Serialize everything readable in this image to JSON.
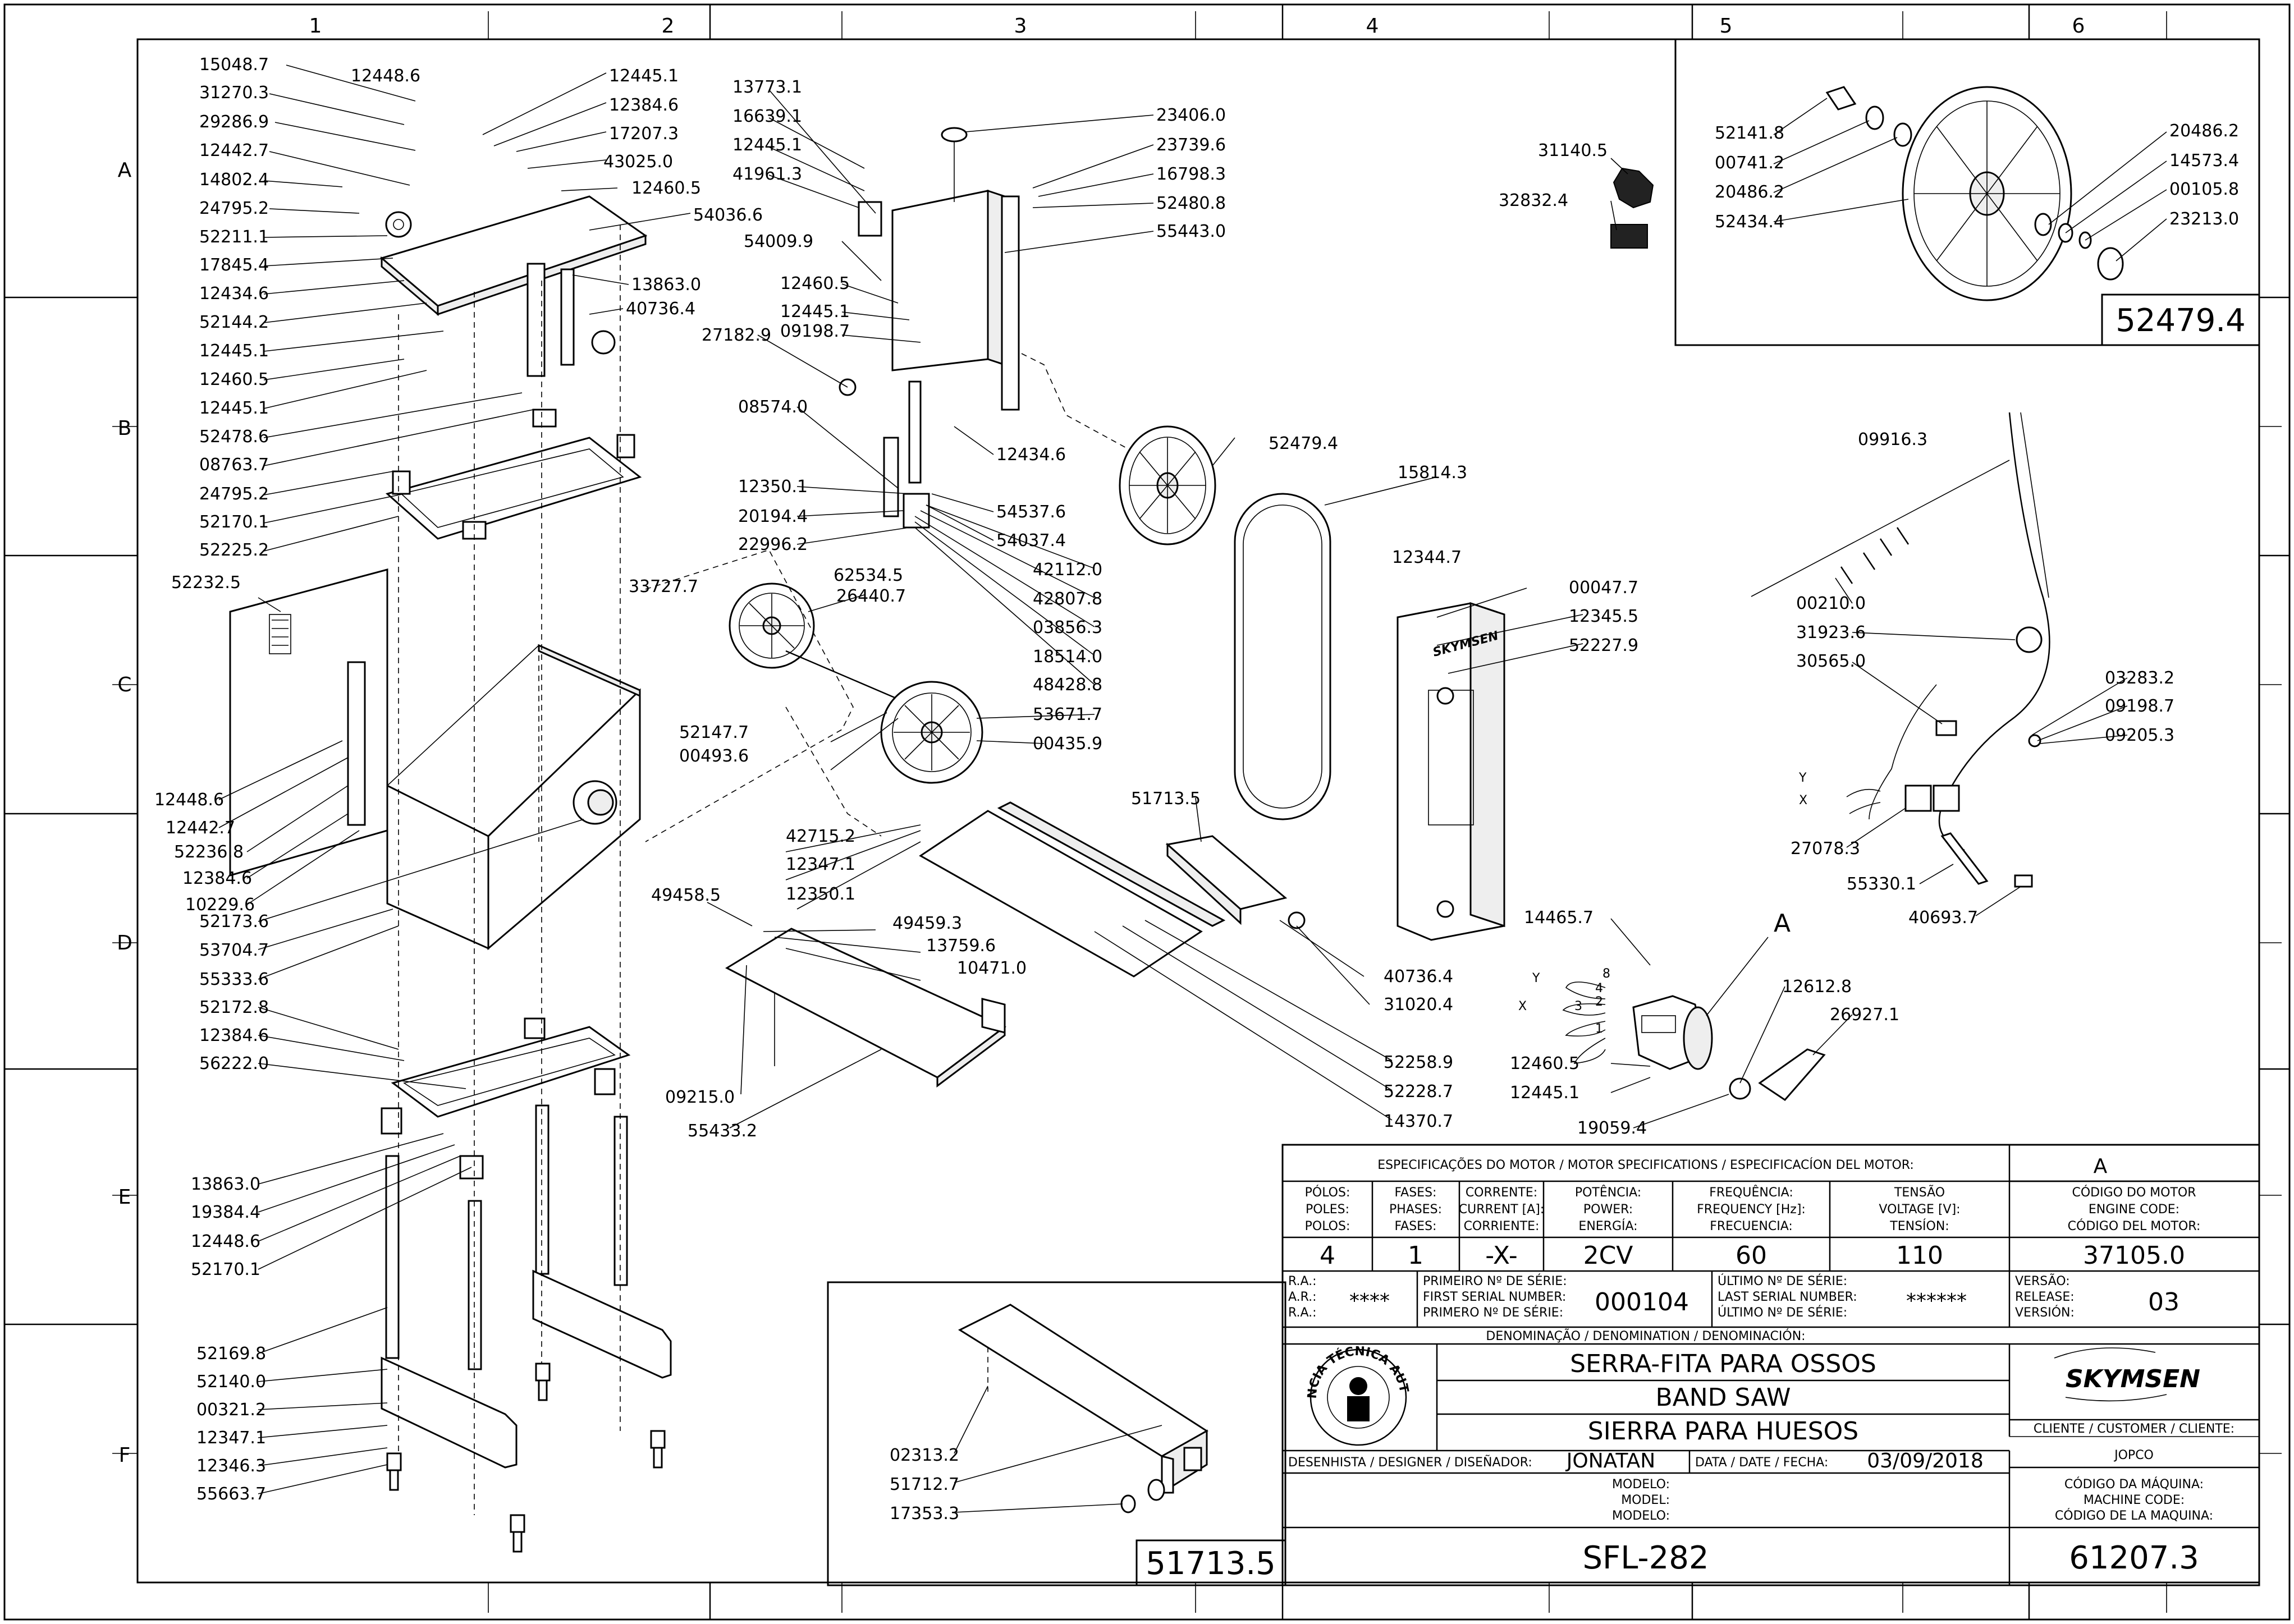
{
  "grid": {
    "columns": [
      "1",
      "2",
      "3",
      "4",
      "5",
      "6"
    ],
    "rows": [
      "A",
      "B",
      "C",
      "D",
      "E",
      "F"
    ]
  },
  "callouts": [
    {
      "id": "c1",
      "text": "15048.7"
    },
    {
      "id": "c2",
      "text": "31270.3"
    },
    {
      "id": "c3",
      "text": "29286.9"
    },
    {
      "id": "c4",
      "text": "12442.7"
    },
    {
      "id": "c5",
      "text": "14802.4"
    },
    {
      "id": "c6",
      "text": "24795.2"
    },
    {
      "id": "c7",
      "text": "52211.1"
    },
    {
      "id": "c8",
      "text": "17845.4"
    },
    {
      "id": "c9",
      "text": "12434.6"
    },
    {
      "id": "c10",
      "text": "52144.2"
    },
    {
      "id": "c11",
      "text": "12445.1"
    },
    {
      "id": "c12",
      "text": "12460.5"
    },
    {
      "id": "c13",
      "text": "12445.1"
    },
    {
      "id": "c14",
      "text": "52478.6"
    },
    {
      "id": "c15",
      "text": "08763.7"
    },
    {
      "id": "c16",
      "text": "24795.2"
    },
    {
      "id": "c17",
      "text": "52170.1"
    },
    {
      "id": "c18",
      "text": "52225.2"
    },
    {
      "id": "c19",
      "text": "12448.6"
    },
    {
      "id": "c20",
      "text": "12445.1"
    },
    {
      "id": "c21",
      "text": "12384.6"
    },
    {
      "id": "c22",
      "text": "17207.3"
    },
    {
      "id": "c23",
      "text": "43025.0"
    },
    {
      "id": "c24",
      "text": "12460.5"
    },
    {
      "id": "c25",
      "text": "54036.6"
    },
    {
      "id": "c26",
      "text": "13863.0"
    },
    {
      "id": "c27",
      "text": "40736.4"
    },
    {
      "id": "c28",
      "text": "52232.5"
    },
    {
      "id": "c29",
      "text": "12448.6"
    },
    {
      "id": "c30",
      "text": "12442.7"
    },
    {
      "id": "c31",
      "text": "52236.8"
    },
    {
      "id": "c32",
      "text": "12384.6"
    },
    {
      "id": "c33",
      "text": "10229.6"
    },
    {
      "id": "c34",
      "text": "52173.6"
    },
    {
      "id": "c35",
      "text": "53704.7"
    },
    {
      "id": "c36",
      "text": "55333.6"
    },
    {
      "id": "c37",
      "text": "52172.8"
    },
    {
      "id": "c38",
      "text": "12384.6"
    },
    {
      "id": "c39",
      "text": "56222.0"
    },
    {
      "id": "c40",
      "text": "13863.0"
    },
    {
      "id": "c41",
      "text": "19384.4"
    },
    {
      "id": "c42",
      "text": "12448.6"
    },
    {
      "id": "c43",
      "text": "52170.1"
    },
    {
      "id": "c44",
      "text": "52169.8"
    },
    {
      "id": "c45",
      "text": "52140.0"
    },
    {
      "id": "c46",
      "text": "00321.2"
    },
    {
      "id": "c47",
      "text": "12347.1"
    },
    {
      "id": "c48",
      "text": "12346.3"
    },
    {
      "id": "c49",
      "text": "55663.7"
    },
    {
      "id": "c50",
      "text": "13773.1"
    },
    {
      "id": "c51",
      "text": "16639.1"
    },
    {
      "id": "c52",
      "text": "12445.1"
    },
    {
      "id": "c53",
      "text": "41961.3"
    },
    {
      "id": "c54",
      "text": "54009.9"
    },
    {
      "id": "c55",
      "text": "12460.5"
    },
    {
      "id": "c56",
      "text": "12445.1"
    },
    {
      "id": "c57",
      "text": "27182.9"
    },
    {
      "id": "c58",
      "text": "09198.7"
    },
    {
      "id": "c59",
      "text": "23406.0"
    },
    {
      "id": "c60",
      "text": "23739.6"
    },
    {
      "id": "c61",
      "text": "16798.3"
    },
    {
      "id": "c62",
      "text": "52480.8"
    },
    {
      "id": "c63",
      "text": "55443.0"
    },
    {
      "id": "c64",
      "text": "08574.0"
    },
    {
      "id": "c65",
      "text": "12350.1"
    },
    {
      "id": "c66",
      "text": "20194.4"
    },
    {
      "id": "c67",
      "text": "22996.2"
    },
    {
      "id": "c68",
      "text": "33727.7"
    },
    {
      "id": "c69",
      "text": "62534.5"
    },
    {
      "id": "c70",
      "text": "26440.7"
    },
    {
      "id": "c71",
      "text": "12434.6"
    },
    {
      "id": "c72",
      "text": "54537.6"
    },
    {
      "id": "c73",
      "text": "54037.4"
    },
    {
      "id": "c74",
      "text": "42112.0"
    },
    {
      "id": "c75",
      "text": "42807.8"
    },
    {
      "id": "c76",
      "text": "03856.3"
    },
    {
      "id": "c77",
      "text": "18514.0"
    },
    {
      "id": "c78",
      "text": "48428.8"
    },
    {
      "id": "c79",
      "text": "53671.7"
    },
    {
      "id": "c80",
      "text": "00435.9"
    },
    {
      "id": "c81",
      "text": "52147.7"
    },
    {
      "id": "c82",
      "text": "00493.6"
    },
    {
      "id": "c83",
      "text": "42715.2"
    },
    {
      "id": "c84",
      "text": "12347.1"
    },
    {
      "id": "c85",
      "text": "12350.1"
    },
    {
      "id": "c86",
      "text": "49458.5"
    },
    {
      "id": "c87",
      "text": "49459.3"
    },
    {
      "id": "c88",
      "text": "13759.6"
    },
    {
      "id": "c89",
      "text": "10471.0"
    },
    {
      "id": "c90",
      "text": "09215.0"
    },
    {
      "id": "c91",
      "text": "55433.2"
    },
    {
      "id": "c92",
      "text": "52479.4"
    },
    {
      "id": "c93",
      "text": "15814.3"
    },
    {
      "id": "c94",
      "text": "12344.7"
    },
    {
      "id": "c95",
      "text": "00047.7"
    },
    {
      "id": "c96",
      "text": "12345.5"
    },
    {
      "id": "c97",
      "text": "52227.9"
    },
    {
      "id": "c98",
      "text": "51713.5"
    },
    {
      "id": "c99",
      "text": "40736.4"
    },
    {
      "id": "c100",
      "text": "31020.4"
    },
    {
      "id": "c101",
      "text": "52258.9"
    },
    {
      "id": "c102",
      "text": "52228.7"
    },
    {
      "id": "c103",
      "text": "14370.7"
    },
    {
      "id": "c104",
      "text": "31140.5"
    },
    {
      "id": "c105",
      "text": "32832.4"
    },
    {
      "id": "c106",
      "text": "52141.8"
    },
    {
      "id": "c107",
      "text": "00741.2"
    },
    {
      "id": "c108",
      "text": "20486.2"
    },
    {
      "id": "c109",
      "text": "52434.4"
    },
    {
      "id": "c110",
      "text": "20486.2"
    },
    {
      "id": "c111",
      "text": "14573.4"
    },
    {
      "id": "c112",
      "text": "00105.8"
    },
    {
      "id": "c113",
      "text": "23213.0"
    },
    {
      "id": "c114",
      "text": "09916.3"
    },
    {
      "id": "c115",
      "text": "00210.0"
    },
    {
      "id": "c116",
      "text": "31923.6"
    },
    {
      "id": "c117",
      "text": "30565.0"
    },
    {
      "id": "c118",
      "text": "03283.2"
    },
    {
      "id": "c119",
      "text": "09198.7"
    },
    {
      "id": "c120",
      "text": "09205.3"
    },
    {
      "id": "c121",
      "text": "27078.3"
    },
    {
      "id": "c122",
      "text": "55330.1"
    },
    {
      "id": "c123",
      "text": "40693.7"
    },
    {
      "id": "c124",
      "text": "14465.7"
    },
    {
      "id": "c125",
      "text": "12460.5"
    },
    {
      "id": "c126",
      "text": "12445.1"
    },
    {
      "id": "c127",
      "text": "19059.4"
    },
    {
      "id": "c128",
      "text": "12612.8"
    },
    {
      "id": "c129",
      "text": "26927.1"
    },
    {
      "id": "c130",
      "text": "02313.2"
    },
    {
      "id": "c131",
      "text": "51712.7"
    },
    {
      "id": "c132",
      "text": "17353.3"
    }
  ],
  "detail_labels": {
    "pulley_box_code": "52479.4",
    "fence_box_code": "51713.5",
    "motor_detail_letter": "A",
    "wire_y": "Y",
    "wire_x": "X",
    "motor_y": "Y",
    "motor_x": "X",
    "motor_numbers": [
      "8",
      "4",
      "2",
      "3",
      "1"
    ],
    "brand_on_frame": "SKYMSEN"
  },
  "title_block": {
    "motor_spec_header": "ESPECIFICAÇÕES DO MOTOR / MOTOR SPECIFICATIONS / ESPECIFICACÍON DEL MOTOR:",
    "motor_ref_letter": "A",
    "spec_columns": [
      {
        "head": [
          "PÓLOS:",
          "POLES:",
          "POLOS:"
        ],
        "value": "4"
      },
      {
        "head": [
          "FASES:",
          "PHASES:",
          "FASES:"
        ],
        "value": "1"
      },
      {
        "head": [
          "CORRENTE:",
          "CURRENT [A]:",
          "CORRIENTE:"
        ],
        "value": "-X-"
      },
      {
        "head": [
          "POTÊNCIA:",
          "POWER:",
          "ENERGÍA:"
        ],
        "value": "2CV"
      },
      {
        "head": [
          "FREQUÊNCIA:",
          "FREQUENCY [Hz]:",
          "FRECUENCIA:"
        ],
        "value": "60"
      },
      {
        "head": [
          "TENSÃO",
          "VOLTAGE [V]:",
          "TENSÍON:"
        ],
        "value": "110"
      },
      {
        "head": [
          "CÓDIGO DO MOTOR",
          "ENGINE CODE:",
          "CÓDIGO DEL MOTOR:"
        ],
        "value": "37105.0"
      }
    ],
    "ra_labels": [
      "R.A.:",
      "A.R.:",
      "R.A.:"
    ],
    "ra_value": "****",
    "first_serial_labels": [
      "PRIMEIRO Nº DE SÉRIE:",
      "FIRST SERIAL NUMBER:",
      "PRIMERO Nº DE SÉRIE:"
    ],
    "first_serial_value": "000104",
    "last_serial_labels": [
      "ÚLTIMO Nº DE SÉRIE:",
      "LAST SERIAL NUMBER:",
      "ÚLTIMO Nº DE SÉRIE:"
    ],
    "last_serial_value": "******",
    "version_labels": [
      "VERSÃO:",
      "RELEASE:",
      "VERSIÓN:"
    ],
    "version_value": "03",
    "denomination_header": "DENOMINAÇÃO / DENOMINATION / DENOMINACIÓN:",
    "name_pt": "SERRA-FITA PARA OSSOS",
    "name_en": "BAND SAW",
    "name_es": "SIERRA PARA HUESOS",
    "logo_text": "SKYMSEN",
    "seal_text": "ASSISTÊNCIA TÉCNICA AUTORIZADA",
    "customer_label": "CLIENTE / CUSTOMER / CLIENTE:",
    "customer_value": "JOPCO",
    "designer_label": "DESENHISTA / DESIGNER / DISEÑADOR:",
    "designer_value": "JONATAN",
    "date_label": "DATA / DATE / FECHA:",
    "date_value": "03/09/2018",
    "model_labels": [
      "MODELO:",
      "MODEL:",
      "MODELO:"
    ],
    "machine_code_labels": [
      "CÓDIGO DA MÁQUINA:",
      "MACHINE CODE:",
      "CÓDIGO DE LA MAQUINA:"
    ],
    "model_value": "SFL-282",
    "machine_code_value": "61207.3"
  }
}
